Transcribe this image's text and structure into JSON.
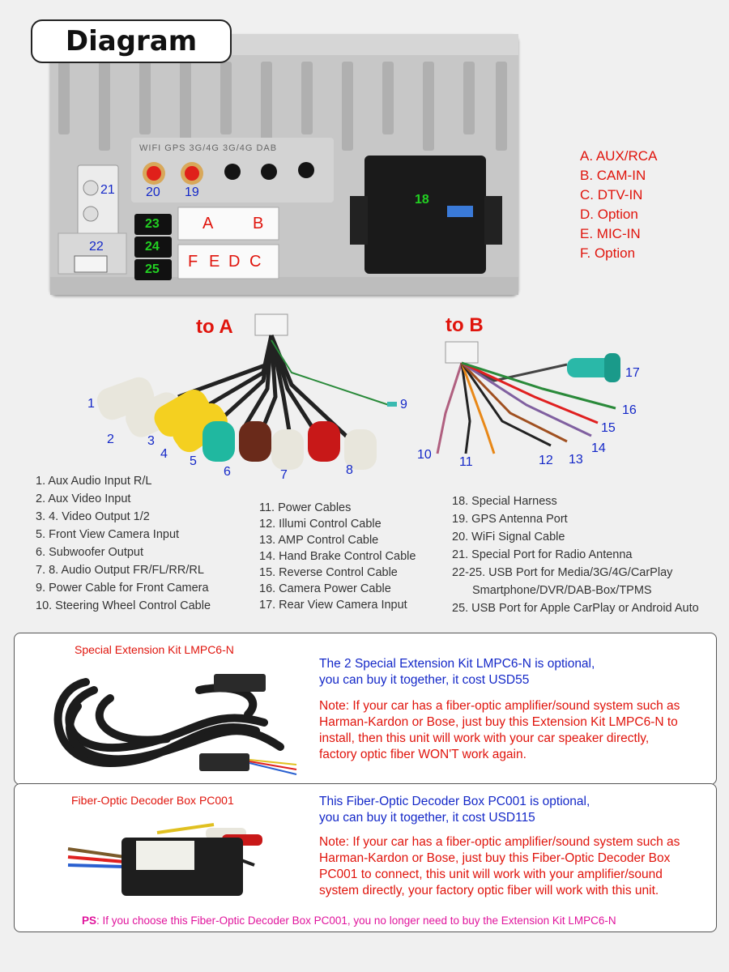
{
  "title": "Diagram",
  "legend": [
    "A. AUX/RCA",
    "B. CAM-IN",
    "C. DTV-IN",
    "D. Option",
    "E. MIC-IN",
    "F. Option"
  ],
  "unit_labels": {
    "panel_text": "WIFI  GPS  3G/4G 3G/4G DAB",
    "n18": "18",
    "n19": "19",
    "n20": "20",
    "n21": "21",
    "n22": "22",
    "n23": "23",
    "n24": "24",
    "n25": "25",
    "A": "A",
    "B": "B",
    "F": "F",
    "E": "E",
    "D": "D",
    "C": "C"
  },
  "harness": {
    "to_a": "to A",
    "to_b": "to B",
    "a_nums": [
      "1",
      "2",
      "3",
      "4",
      "5",
      "6",
      "7",
      "8",
      "9"
    ],
    "b_nums": [
      "10",
      "11",
      "12",
      "13",
      "14",
      "15",
      "16",
      "17"
    ]
  },
  "list_col1": [
    "1. Aux Audio Input R/L",
    "2. Aux Video Input",
    "3. 4. Video Output 1/2",
    "5. Front View Camera Input",
    "6. Subwoofer Output",
    "7. 8. Audio Output FR/FL/RR/RL",
    "9. Power Cable for Front Camera",
    "10. Steering Wheel Control Cable"
  ],
  "list_col2": [
    "11. Power Cables",
    "12. Illumi Control Cable",
    "13. AMP Control Cable",
    "14. Hand Brake Control Cable",
    "15. Reverse Control Cable",
    "16. Camera Power Cable",
    "17. Rear View Camera Input"
  ],
  "list_col3": [
    "18. Special Harness",
    "19. GPS Antenna Port",
    "20. WiFi Signal Cable",
    "21. Special Port for Radio Antenna",
    "22-25. USB Port for Media/3G/4G/CarPlay",
    "Smartphone/DVR/DAB-Box/TPMS",
    "25. USB Port  for Apple CarPlay or  Android Auto"
  ],
  "kit": {
    "title": "Special Extension Kit LMPC6-N",
    "blue1": "The 2 Special Extension Kit LMPC6-N is optional,",
    "blue2": "you can buy it together, it cost USD55",
    "red1": "Note: If your car has a fiber-optic amplifier/sound system such as",
    "red2": "Harman-Kardon or Bose, just buy this Extension Kit LMPC6-N to",
    "red3": "install, then this unit will work with your car speaker directly,",
    "red4": "factory optic fiber WON'T work again."
  },
  "decoder": {
    "title": "Fiber-Optic Decoder Box  PC001",
    "blue1": "This Fiber-Optic Decoder Box  PC001 is optional,",
    "blue2": "you can buy it together, it cost USD115",
    "red1": "Note: If your car has a fiber-optic amplifier/sound system such as",
    "red2": "Harman-Kardon or Bose, just buy this Fiber-Optic Decoder Box",
    "red3": "PC001 to connect, this unit will work with your amplifier/sound",
    "red4": "system directly, your factory optic fiber will work with this unit.",
    "ps_label": "PS",
    "ps_text": ":  If you choose this Fiber-Optic Decoder Box PC001, you no longer need to buy the Extension Kit LMPC6-N"
  },
  "colors": {
    "red": "#e0140c",
    "blue": "#1428c8",
    "pink": "#e0149c",
    "green": "#22d022"
  }
}
